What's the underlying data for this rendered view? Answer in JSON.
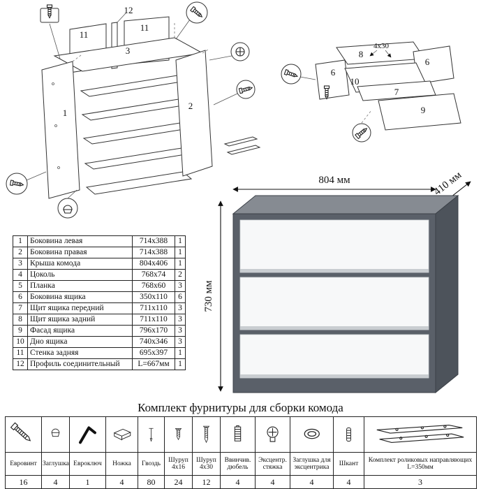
{
  "carcass_diagram": {
    "labels": {
      "p1": "1",
      "p2": "2",
      "p3": "3",
      "p11": "11",
      "p12": "12"
    }
  },
  "drawer_diagram": {
    "labels": {
      "p6": "6",
      "p7": "7",
      "p8": "8",
      "p9": "9",
      "p10": "10",
      "screw_size": "4x30"
    }
  },
  "parts_table": {
    "rows": [
      {
        "num": "1",
        "name": "Боковина левая",
        "size": "714x388",
        "qty": "1"
      },
      {
        "num": "2",
        "name": "Боковина правая",
        "size": "714x388",
        "qty": "1"
      },
      {
        "num": "3",
        "name": "Крыша комода",
        "size": "804x406",
        "qty": "1"
      },
      {
        "num": "4",
        "name": "Цоколь",
        "size": "768x74",
        "qty": "2"
      },
      {
        "num": "5",
        "name": "Планка",
        "size": "768x60",
        "qty": "3"
      },
      {
        "num": "6",
        "name": "Боковина ящика",
        "size": "350x110",
        "qty": "6"
      },
      {
        "num": "7",
        "name": "Щит ящика передний",
        "size": "711x110",
        "qty": "3"
      },
      {
        "num": "8",
        "name": "Щит ящика задний",
        "size": "711x110",
        "qty": "3"
      },
      {
        "num": "9",
        "name": "Фасад ящика",
        "size": "796x170",
        "qty": "3"
      },
      {
        "num": "10",
        "name": "Дно ящика",
        "size": "740x346",
        "qty": "3"
      },
      {
        "num": "11",
        "name": "Стенка задняя",
        "size": "695x397",
        "qty": "1"
      },
      {
        "num": "12",
        "name": "Профиль соединительный",
        "size": "L=667мм",
        "qty": "1"
      }
    ]
  },
  "render": {
    "width_label": "804 мм",
    "depth_label": "410 мм",
    "height_label": "730 мм",
    "colors": {
      "top": "#868b92",
      "side": "#4d535b",
      "front": "#5a6069",
      "drawer": "#f7f8f9"
    }
  },
  "hardware": {
    "title": "Комплект фурнитуры для сборки комода",
    "items": [
      {
        "name": "Евровинт",
        "qty": "16",
        "icon": "confirmat-screw-icon"
      },
      {
        "name": "Заглушка",
        "qty": "4",
        "icon": "plug-cap-icon"
      },
      {
        "name": "Евроключ",
        "qty": "1",
        "icon": "hex-key-icon"
      },
      {
        "name": "Ножка",
        "qty": "4",
        "icon": "foot-icon"
      },
      {
        "name": "Гвоздь",
        "qty": "80",
        "icon": "nail-icon"
      },
      {
        "name": "Шуруп 4x16",
        "qty": "24",
        "icon": "screw-4x16-icon"
      },
      {
        "name": "Шуруп 4x30",
        "qty": "12",
        "icon": "screw-4x30-icon"
      },
      {
        "name": "Ввинчив. дюбель",
        "qty": "4",
        "icon": "threaded-dowel-icon"
      },
      {
        "name": "Эксцентр. стяжка",
        "qty": "4",
        "icon": "cam-lock-icon"
      },
      {
        "name": "Заглушка для эксцентрика",
        "qty": "4",
        "icon": "cam-cap-icon"
      },
      {
        "name": "Шкант",
        "qty": "4",
        "icon": "wood-dowel-icon"
      },
      {
        "name": "Комплект роликовых направляющих L=350мм",
        "qty": "3",
        "icon": "drawer-slides-icon"
      }
    ]
  }
}
